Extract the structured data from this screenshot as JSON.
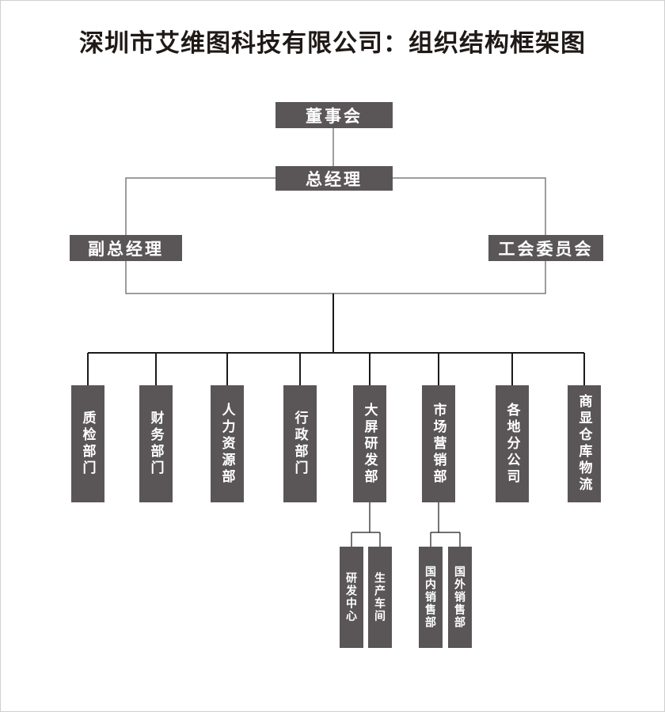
{
  "page_title": "深圳市艾维图科技有限公司：组织结构框架图",
  "colors": {
    "box": "#5a5657",
    "line_gray": "#7d7d7d",
    "line_dark": "#1a1a1a",
    "title": "#1f1a17"
  },
  "org": {
    "root": {
      "label": "董事会"
    },
    "general_manager": {
      "label": "总经理"
    },
    "deputy_general_manager": {
      "label": "副总经理"
    },
    "union_committee": {
      "label": "工会委员会"
    },
    "departments": [
      {
        "label": "质检部门"
      },
      {
        "label": "财务部门"
      },
      {
        "label": "人力资源部"
      },
      {
        "label": "行政部门"
      },
      {
        "label": "大屏研发部"
      },
      {
        "label": "市场营销部"
      },
      {
        "label": "各地分公司"
      },
      {
        "label": "商显仓库物流"
      }
    ],
    "rd_children": [
      {
        "label": "研发中心"
      },
      {
        "label": "生产车间"
      }
    ],
    "marketing_children": [
      {
        "label": "国内销售部"
      },
      {
        "label": "国外销售部"
      }
    ]
  }
}
